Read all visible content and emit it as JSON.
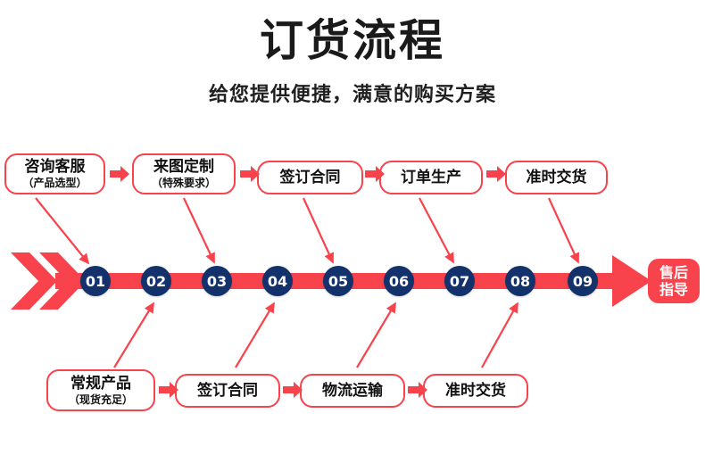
{
  "header": {
    "title": "订货流程",
    "subtitle": "给您提供便捷，满意的购买方案"
  },
  "colors": {
    "accent_red": "#f8424c",
    "circle_navy": "#13316a",
    "text_dark": "#1a1a1a",
    "background": "#ffffff"
  },
  "top_steps": [
    {
      "line1": "咨询客服",
      "line2": "（产品选型）"
    },
    {
      "line1": "来图定制",
      "line2": "（特殊要求）"
    },
    {
      "line1": "签订合同",
      "line2": ""
    },
    {
      "line1": "订单生产",
      "line2": ""
    },
    {
      "line1": "准时交货",
      "line2": ""
    }
  ],
  "bottom_steps": [
    {
      "line1": "常规产品",
      "line2": "（现货充足）"
    },
    {
      "line1": "签订合同",
      "line2": ""
    },
    {
      "line1": "物流运输",
      "line2": ""
    },
    {
      "line1": "准时交货",
      "line2": ""
    }
  ],
  "timeline": {
    "numbers": [
      "01",
      "02",
      "03",
      "04",
      "05",
      "06",
      "07",
      "08",
      "09"
    ],
    "end_label_line1": "售后",
    "end_label_line2": "指导"
  }
}
